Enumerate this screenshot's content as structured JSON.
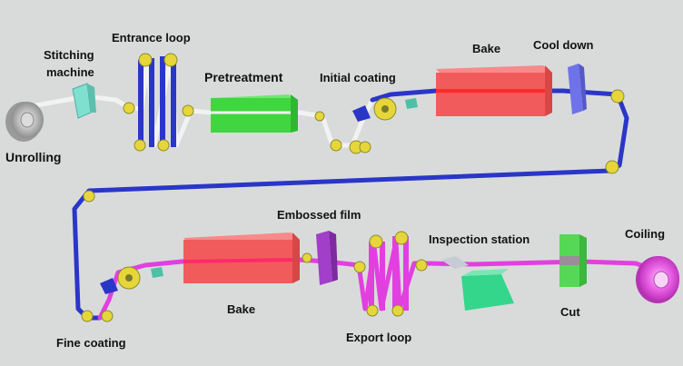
{
  "labels": {
    "stitching_line1": "Stitching",
    "stitching_line2": "machine",
    "entrance_loop": "Entrance loop",
    "pretreatment": "Pretreatment",
    "initial_coating": "Initial coating",
    "bake_top": "Bake",
    "cool_down": "Cool down",
    "unrolling": "Unrolling",
    "embossed_film": "Embossed film",
    "inspection_station": "Inspection station",
    "coiling": "Coiling",
    "bake_bottom": "Bake",
    "cut": "Cut",
    "fine_coating": "Fine coating",
    "export_loop": "Export loop"
  },
  "colors": {
    "background": "#d9dbdb",
    "strip_plain": "#f2f2f2",
    "strip_primed": "#2a36c8",
    "strip_finished": "#e23fe0",
    "roller": "#e6d63a",
    "oven": "#f25b5b",
    "pretreatment": "#3fd63f",
    "cool_down": "#6f73ea",
    "stitcher": "#7fe0d0",
    "embossing": "#a13fc8",
    "cutter": "#55d855",
    "inspection": "#33d68a"
  },
  "icons": {
    "unroll_coil": "coil-icon",
    "recoil_coil": "coil-icon",
    "rollers": "roller-icon",
    "coater_heads": "coating-roll-icon"
  }
}
